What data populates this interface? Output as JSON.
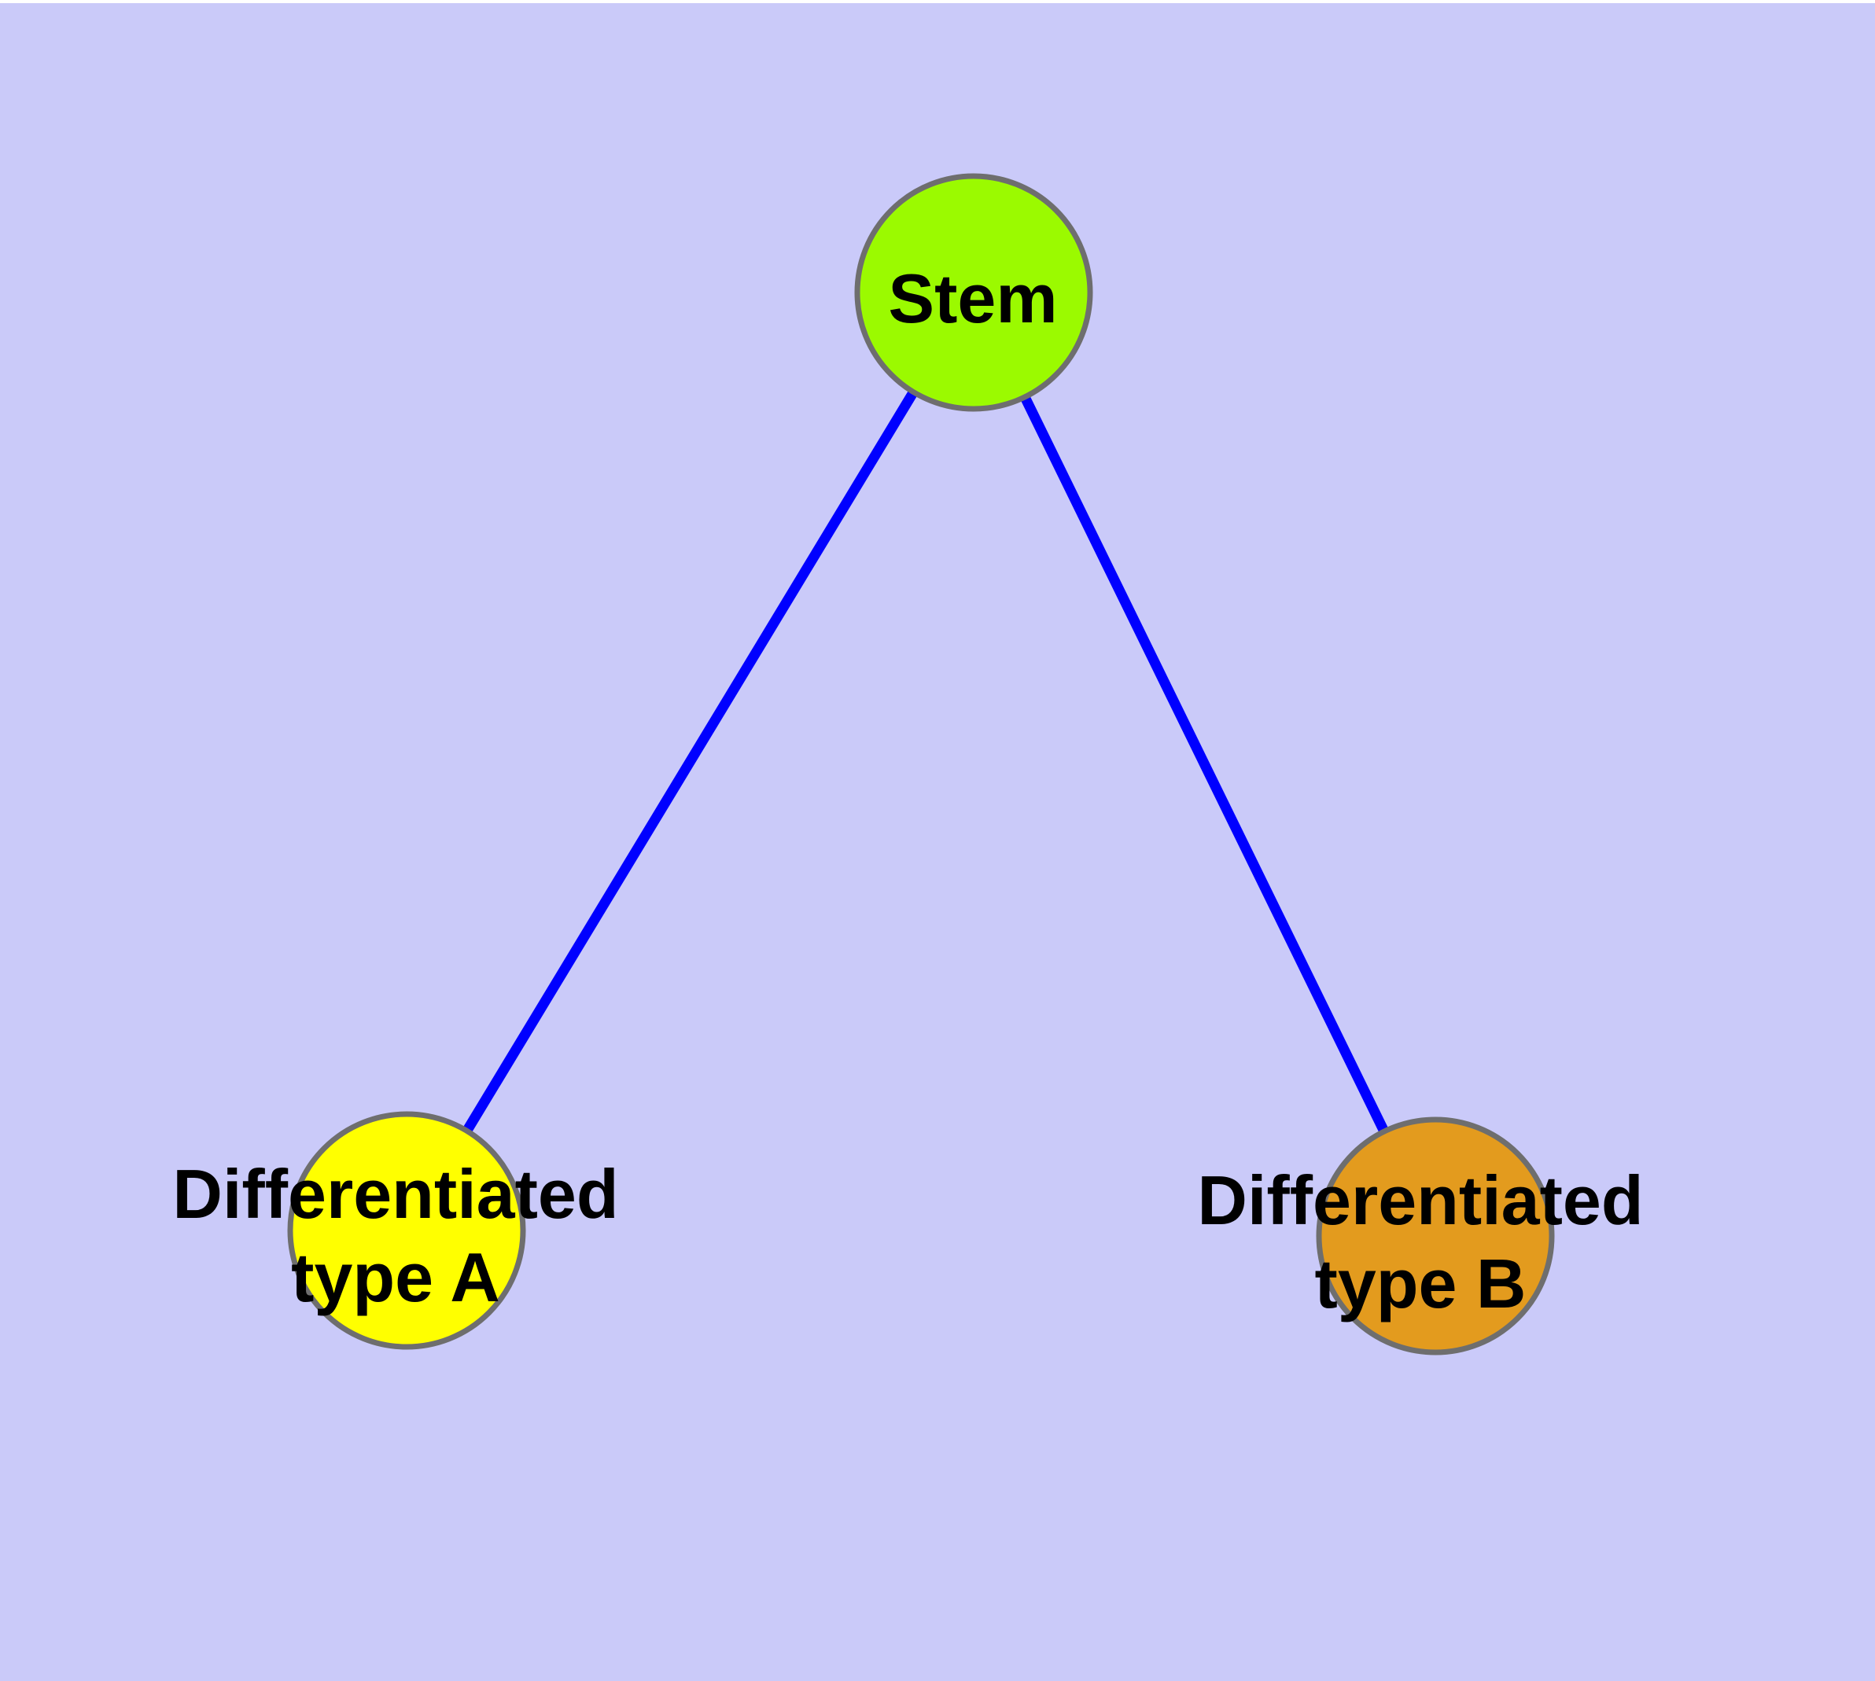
{
  "diagram": {
    "page_background": "#FFFFFF",
    "background_color": "#CACAF9",
    "edge_color": "#0000FF",
    "node_border_color": "#6E6E6E",
    "label_color": "#000000",
    "nodes": [
      {
        "id": "stem",
        "label_lines": [
          "Stem"
        ],
        "fill": "#9BFA00"
      },
      {
        "id": "differentiated-type-a",
        "label_lines": [
          "Differentiated",
          "type A"
        ],
        "fill": "#FFFF00"
      },
      {
        "id": "differentiated-type-b",
        "label_lines": [
          "Differentiated",
          "type B"
        ],
        "fill": "#E39B1E"
      }
    ],
    "edges": [
      {
        "from": "stem",
        "to": "differentiated-type-a"
      },
      {
        "from": "stem",
        "to": "differentiated-type-b"
      }
    ]
  }
}
